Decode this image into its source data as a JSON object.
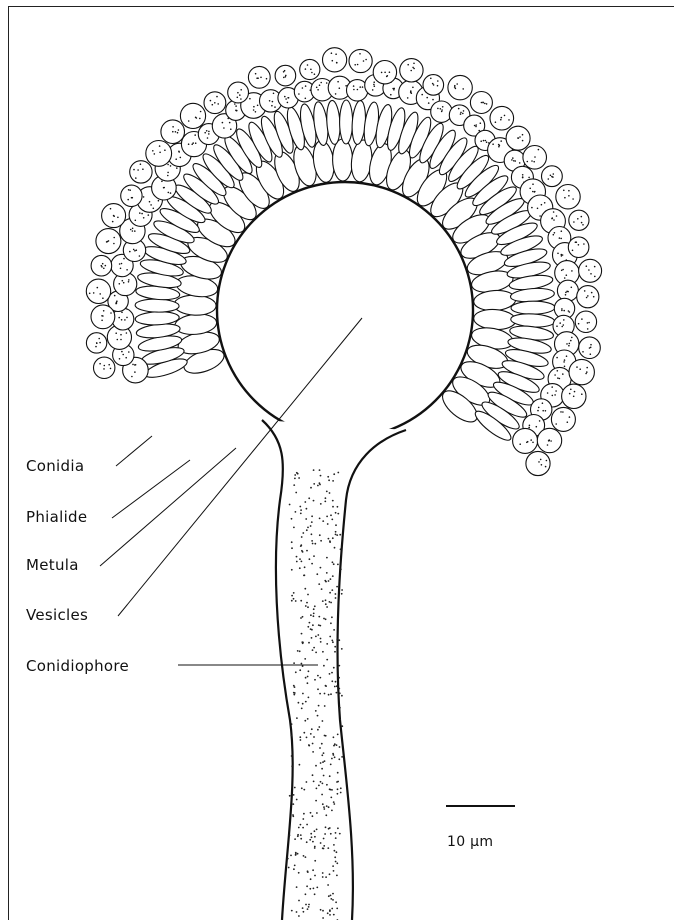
{
  "labels": {
    "conidia": "Conidia",
    "phialide": "Phialide",
    "metula": "Metula",
    "vesicles": "Vesicles",
    "conidiophore": "Conidiophore"
  },
  "scale_bar": {
    "label": "10 μm"
  },
  "colors": {
    "ink": "#111111",
    "background": "#ffffff"
  }
}
